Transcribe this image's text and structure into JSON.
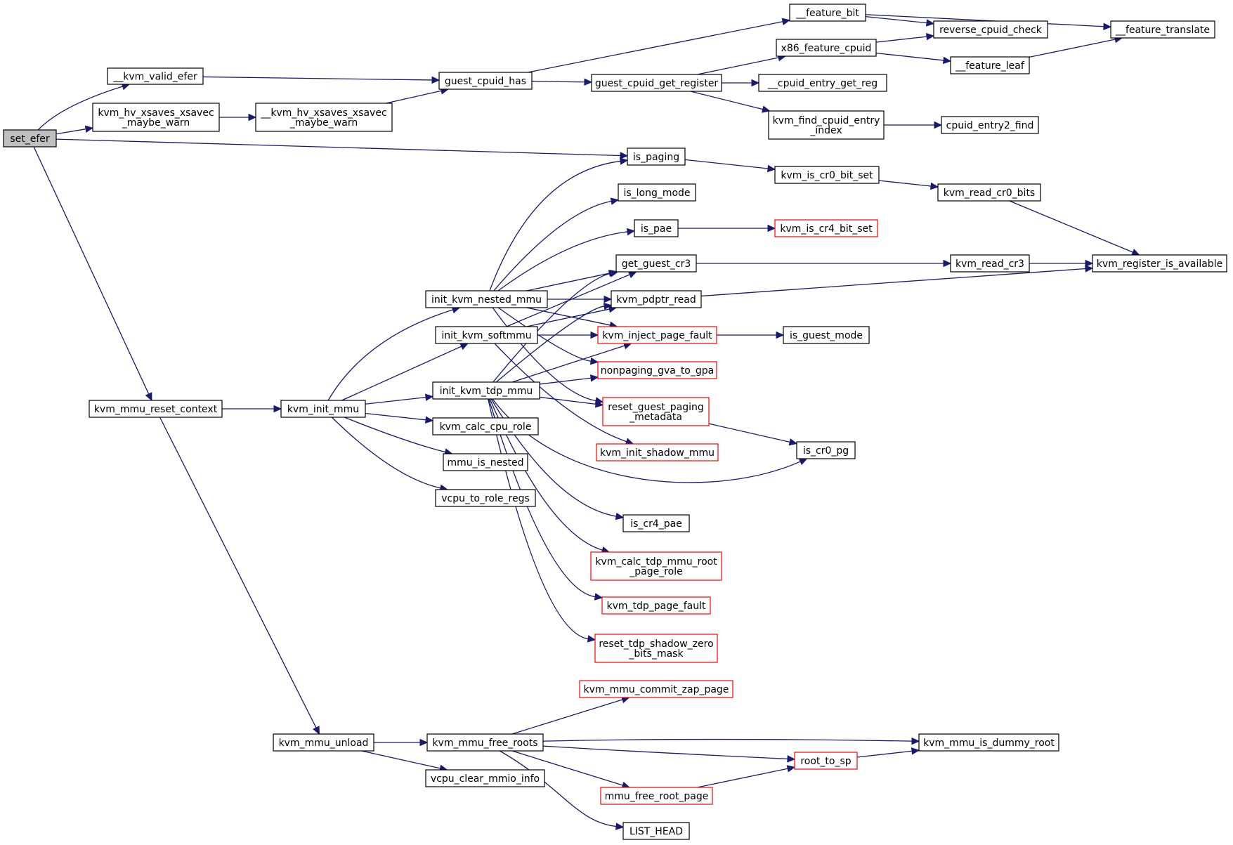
{
  "colors": {
    "edge": "#191970",
    "node_border": "#000000",
    "external_border": "#ff0000",
    "root_fill": "#bfbfbf"
  },
  "nodes": {
    "set_efer": {
      "lines": [
        "set_efer"
      ],
      "root": true
    },
    "kvm_valid_efer": {
      "lines": [
        "__kvm_valid_efer"
      ]
    },
    "kvm_hv_xsaves": {
      "lines": [
        "kvm_hv_xsaves_xsavec",
        "_maybe_warn"
      ]
    },
    "kvm_hv_xsaves2": {
      "lines": [
        "__kvm_hv_xsaves_xsavec",
        "_maybe_warn"
      ]
    },
    "guest_cpuid_has": {
      "lines": [
        "guest_cpuid_has"
      ]
    },
    "feature_bit": {
      "lines": [
        "__feature_bit"
      ]
    },
    "reverse_cpuid_check": {
      "lines": [
        "reverse_cpuid_check"
      ]
    },
    "feature_translate": {
      "lines": [
        "__feature_translate"
      ]
    },
    "x86_feature_cpuid": {
      "lines": [
        "x86_feature_cpuid"
      ]
    },
    "feature_leaf": {
      "lines": [
        "__feature_leaf"
      ]
    },
    "guest_cpuid_get_register": {
      "lines": [
        "guest_cpuid_get_register"
      ]
    },
    "cpuid_entry_get_reg": {
      "lines": [
        "__cpuid_entry_get_reg"
      ]
    },
    "kvm_find_cpuid_entry_index": {
      "lines": [
        "kvm_find_cpuid_entry",
        "_index"
      ]
    },
    "cpuid_entry2_find": {
      "lines": [
        "cpuid_entry2_find"
      ]
    },
    "is_paging": {
      "lines": [
        "is_paging"
      ]
    },
    "kvm_is_cr0_bit_set": {
      "lines": [
        "kvm_is_cr0_bit_set"
      ]
    },
    "kvm_read_cr0_bits": {
      "lines": [
        "kvm_read_cr0_bits"
      ]
    },
    "is_long_mode": {
      "lines": [
        "is_long_mode"
      ]
    },
    "is_pae": {
      "lines": [
        "is_pae"
      ]
    },
    "kvm_is_cr4_bit_set": {
      "lines": [
        "kvm_is_cr4_bit_set"
      ],
      "external": true
    },
    "get_guest_cr3": {
      "lines": [
        "get_guest_cr3"
      ]
    },
    "kvm_read_cr3": {
      "lines": [
        "kvm_read_cr3"
      ]
    },
    "kvm_register_is_available": {
      "lines": [
        "kvm_register_is_available"
      ]
    },
    "init_kvm_nested_mmu": {
      "lines": [
        "init_kvm_nested_mmu"
      ]
    },
    "kvm_pdptr_read": {
      "lines": [
        "kvm_pdptr_read"
      ]
    },
    "init_kvm_softmmu": {
      "lines": [
        "init_kvm_softmmu"
      ]
    },
    "kvm_inject_page_fault": {
      "lines": [
        "kvm_inject_page_fault"
      ],
      "external": true
    },
    "is_guest_mode": {
      "lines": [
        "is_guest_mode"
      ]
    },
    "nonpaging_gva_to_gpa": {
      "lines": [
        "nonpaging_gva_to_gpa"
      ],
      "external": true
    },
    "init_kvm_tdp_mmu": {
      "lines": [
        "init_kvm_tdp_mmu"
      ]
    },
    "reset_guest_paging_metadata": {
      "lines": [
        "reset_guest_paging",
        "_metadata"
      ],
      "external": true
    },
    "kvm_mmu_reset_context": {
      "lines": [
        "kvm_mmu_reset_context"
      ]
    },
    "kvm_init_mmu": {
      "lines": [
        "kvm_init_mmu"
      ]
    },
    "is_cr0_pg": {
      "lines": [
        "is_cr0_pg"
      ]
    },
    "kvm_calc_cpu_role": {
      "lines": [
        "kvm_calc_cpu_role"
      ]
    },
    "kvm_init_shadow_mmu": {
      "lines": [
        "kvm_init_shadow_mmu"
      ],
      "external": true
    },
    "mmu_is_nested": {
      "lines": [
        "mmu_is_nested"
      ]
    },
    "vcpu_to_role_regs": {
      "lines": [
        "vcpu_to_role_regs"
      ]
    },
    "is_cr4_pae": {
      "lines": [
        "is_cr4_pae"
      ]
    },
    "kvm_calc_tdp_mmu_root_page_role": {
      "lines": [
        "kvm_calc_tdp_mmu_root",
        "_page_role"
      ],
      "external": true
    },
    "kvm_tdp_page_fault": {
      "lines": [
        "kvm_tdp_page_fault"
      ],
      "external": true
    },
    "reset_tdp_shadow_zero_bits_mask": {
      "lines": [
        "reset_tdp_shadow_zero",
        "_bits_mask"
      ],
      "external": true
    },
    "kvm_mmu_commit_zap_page": {
      "lines": [
        "kvm_mmu_commit_zap_page"
      ],
      "external": true
    },
    "kvm_mmu_unload": {
      "lines": [
        "kvm_mmu_unload"
      ]
    },
    "kvm_mmu_free_roots": {
      "lines": [
        "kvm_mmu_free_roots"
      ]
    },
    "kvm_mmu_is_dummy_root": {
      "lines": [
        "kvm_mmu_is_dummy_root"
      ]
    },
    "root_to_sp": {
      "lines": [
        "root_to_sp"
      ],
      "external": true
    },
    "vcpu_clear_mmio_info": {
      "lines": [
        "vcpu_clear_mmio_info"
      ]
    },
    "mmu_free_root_page": {
      "lines": [
        "mmu_free_root_page"
      ],
      "external": true
    },
    "LIST_HEAD": {
      "lines": [
        "LIST_HEAD"
      ]
    }
  },
  "edges": [
    [
      "set_efer",
      "kvm_valid_efer"
    ],
    [
      "set_efer",
      "kvm_hv_xsaves"
    ],
    [
      "set_efer",
      "is_paging"
    ],
    [
      "set_efer",
      "kvm_mmu_reset_context"
    ],
    [
      "kvm_valid_efer",
      "guest_cpuid_has"
    ],
    [
      "kvm_hv_xsaves",
      "kvm_hv_xsaves2"
    ],
    [
      "kvm_hv_xsaves2",
      "guest_cpuid_has"
    ],
    [
      "guest_cpuid_has",
      "feature_bit"
    ],
    [
      "guest_cpuid_has",
      "guest_cpuid_get_register"
    ],
    [
      "feature_bit",
      "reverse_cpuid_check"
    ],
    [
      "feature_bit",
      "feature_translate"
    ],
    [
      "x86_feature_cpuid",
      "reverse_cpuid_check"
    ],
    [
      "x86_feature_cpuid",
      "feature_leaf"
    ],
    [
      "feature_leaf",
      "feature_translate"
    ],
    [
      "guest_cpuid_get_register",
      "x86_feature_cpuid"
    ],
    [
      "guest_cpuid_get_register",
      "cpuid_entry_get_reg"
    ],
    [
      "guest_cpuid_get_register",
      "kvm_find_cpuid_entry_index"
    ],
    [
      "kvm_find_cpuid_entry_index",
      "cpuid_entry2_find"
    ],
    [
      "is_paging",
      "kvm_is_cr0_bit_set"
    ],
    [
      "kvm_is_cr0_bit_set",
      "kvm_read_cr0_bits"
    ],
    [
      "kvm_read_cr0_bits",
      "kvm_register_is_available"
    ],
    [
      "is_pae",
      "kvm_is_cr4_bit_set"
    ],
    [
      "get_guest_cr3",
      "kvm_read_cr3"
    ],
    [
      "kvm_read_cr3",
      "kvm_register_is_available"
    ],
    [
      "kvm_pdptr_read",
      "kvm_register_is_available"
    ],
    [
      "kvm_inject_page_fault",
      "is_guest_mode"
    ],
    [
      "reset_guest_paging_metadata",
      "is_cr0_pg"
    ],
    [
      "init_kvm_nested_mmu",
      "is_paging"
    ],
    [
      "init_kvm_nested_mmu",
      "is_long_mode"
    ],
    [
      "init_kvm_nested_mmu",
      "is_pae"
    ],
    [
      "init_kvm_nested_mmu",
      "get_guest_cr3"
    ],
    [
      "init_kvm_nested_mmu",
      "kvm_pdptr_read"
    ],
    [
      "init_kvm_nested_mmu",
      "kvm_inject_page_fault"
    ],
    [
      "init_kvm_nested_mmu",
      "nonpaging_gva_to_gpa"
    ],
    [
      "init_kvm_nested_mmu",
      "reset_guest_paging_metadata"
    ],
    [
      "init_kvm_softmmu",
      "get_guest_cr3"
    ],
    [
      "init_kvm_softmmu",
      "kvm_pdptr_read"
    ],
    [
      "init_kvm_softmmu",
      "kvm_inject_page_fault"
    ],
    [
      "init_kvm_softmmu",
      "kvm_init_shadow_mmu"
    ],
    [
      "init_kvm_tdp_mmu",
      "get_guest_cr3"
    ],
    [
      "init_kvm_tdp_mmu",
      "kvm_pdptr_read"
    ],
    [
      "init_kvm_tdp_mmu",
      "kvm_inject_page_fault"
    ],
    [
      "init_kvm_tdp_mmu",
      "nonpaging_gva_to_gpa"
    ],
    [
      "init_kvm_tdp_mmu",
      "reset_guest_paging_metadata"
    ],
    [
      "init_kvm_tdp_mmu",
      "is_cr0_pg"
    ],
    [
      "init_kvm_tdp_mmu",
      "is_cr4_pae"
    ],
    [
      "init_kvm_tdp_mmu",
      "kvm_calc_tdp_mmu_root_page_role"
    ],
    [
      "init_kvm_tdp_mmu",
      "kvm_tdp_page_fault"
    ],
    [
      "init_kvm_tdp_mmu",
      "reset_tdp_shadow_zero_bits_mask"
    ],
    [
      "kvm_mmu_reset_context",
      "kvm_init_mmu"
    ],
    [
      "kvm_mmu_reset_context",
      "kvm_mmu_unload"
    ],
    [
      "kvm_init_mmu",
      "init_kvm_nested_mmu"
    ],
    [
      "kvm_init_mmu",
      "init_kvm_softmmu"
    ],
    [
      "kvm_init_mmu",
      "init_kvm_tdp_mmu"
    ],
    [
      "kvm_init_mmu",
      "kvm_calc_cpu_role"
    ],
    [
      "kvm_init_mmu",
      "mmu_is_nested"
    ],
    [
      "kvm_init_mmu",
      "vcpu_to_role_regs"
    ],
    [
      "kvm_mmu_unload",
      "kvm_mmu_free_roots"
    ],
    [
      "kvm_mmu_unload",
      "vcpu_clear_mmio_info"
    ],
    [
      "kvm_mmu_free_roots",
      "kvm_mmu_commit_zap_page"
    ],
    [
      "kvm_mmu_free_roots",
      "kvm_mmu_is_dummy_root"
    ],
    [
      "kvm_mmu_free_roots",
      "root_to_sp"
    ],
    [
      "kvm_mmu_free_roots",
      "mmu_free_root_page"
    ],
    [
      "kvm_mmu_free_roots",
      "LIST_HEAD"
    ],
    [
      "mmu_free_root_page",
      "root_to_sp"
    ],
    [
      "root_to_sp",
      "kvm_mmu_is_dummy_root"
    ]
  ]
}
